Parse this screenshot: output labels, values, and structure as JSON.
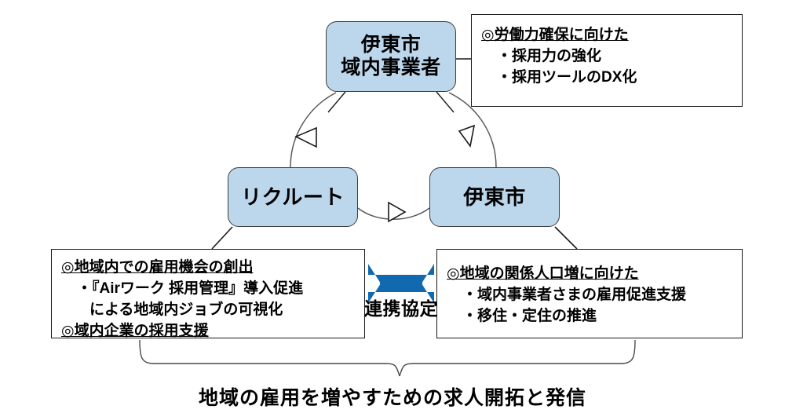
{
  "diagram": {
    "title_caption": "地域の雇用を増やすための求人開拓と発信",
    "colors": {
      "node_fill": "#bcd6ec",
      "node_border": "#3d3d3d",
      "box_border": "#1a1a1a",
      "arrow_blue": "#1169b0",
      "cycle_line": "#5a5a5a",
      "background": "#ffffff"
    },
    "nodes": [
      {
        "id": "ito-city-businesses",
        "lines": [
          "伊東市",
          "域内事業者"
        ]
      },
      {
        "id": "recruit",
        "lines": [
          "リクルート"
        ]
      },
      {
        "id": "ito-city",
        "lines": [
          "伊東市"
        ]
      }
    ],
    "boxes": {
      "top_right": {
        "heading": "◎労働力確保に向けた",
        "items": [
          "・採用力の強化",
          "・採用ツールのDX化"
        ]
      },
      "bottom_left": {
        "heading": "◎地域内での雇用機会の創出",
        "item1": "・『Airワーク 採用管理』導入促進",
        "item1_cont": "による地域内ジョブの可視化",
        "heading2": "◎域内企業の採用支援"
      },
      "bottom_right": {
        "heading": "◎地域の関係人口増に向けた",
        "items": [
          "・域内事業者さまの雇用促進支援",
          "・移住・定住の推進"
        ]
      }
    },
    "linkage": {
      "label": "連携協定",
      "arrow": "double-headed-horizontal-arrow"
    }
  }
}
